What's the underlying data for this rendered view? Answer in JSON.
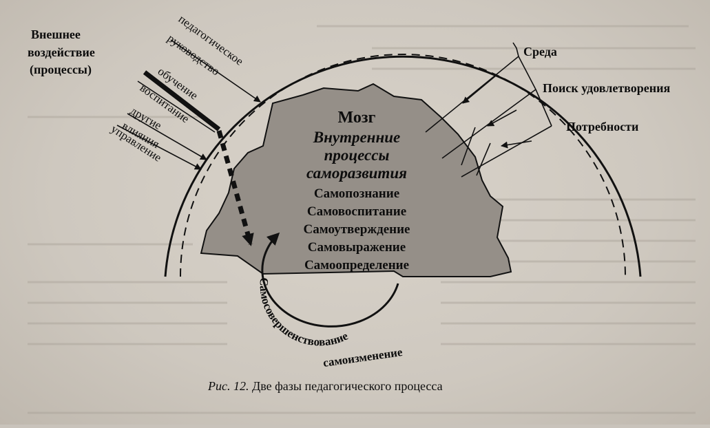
{
  "diagram": {
    "external": {
      "heading": [
        "Внешнее",
        "воздействие",
        "(процессы)"
      ],
      "pedagogical_guidance": [
        "педагогическое",
        "руководство"
      ],
      "teaching": "обучение",
      "upbringing": "воспитание",
      "other_influences": [
        "другие",
        "влияния"
      ],
      "management": "управление"
    },
    "environment": {
      "sreda": "Среда",
      "search": "Поиск удовлетворения",
      "needs": "Потребности"
    },
    "brain": {
      "title": "Мозг",
      "internal": [
        "Внутренние",
        "процессы",
        "саморазвития"
      ],
      "processes": [
        "Самопознание",
        "Самовоспитание",
        "Самоутверждение",
        "Самовыражение",
        "Самоопределение"
      ]
    },
    "cycle": {
      "self_improvement": "Самосовершенствование",
      "self_change": "самоизменение"
    },
    "caption": {
      "prefix": "Рис. 12.",
      "text": " Две фазы педагогического процесса"
    }
  }
}
